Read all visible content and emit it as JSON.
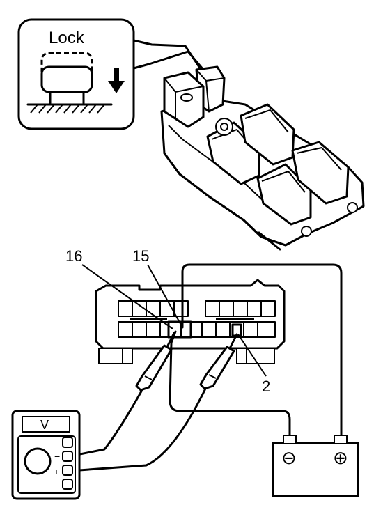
{
  "callout": {
    "label": "Lock"
  },
  "connector": {
    "pins": {
      "left_pin": "16",
      "center_pin": "15",
      "right_pin": "2"
    }
  },
  "meter": {
    "label": "V",
    "minus_sign": "−",
    "plus_sign": "+"
  },
  "battery": {
    "minus_terminal": "⊖",
    "plus_terminal": "⊕"
  }
}
